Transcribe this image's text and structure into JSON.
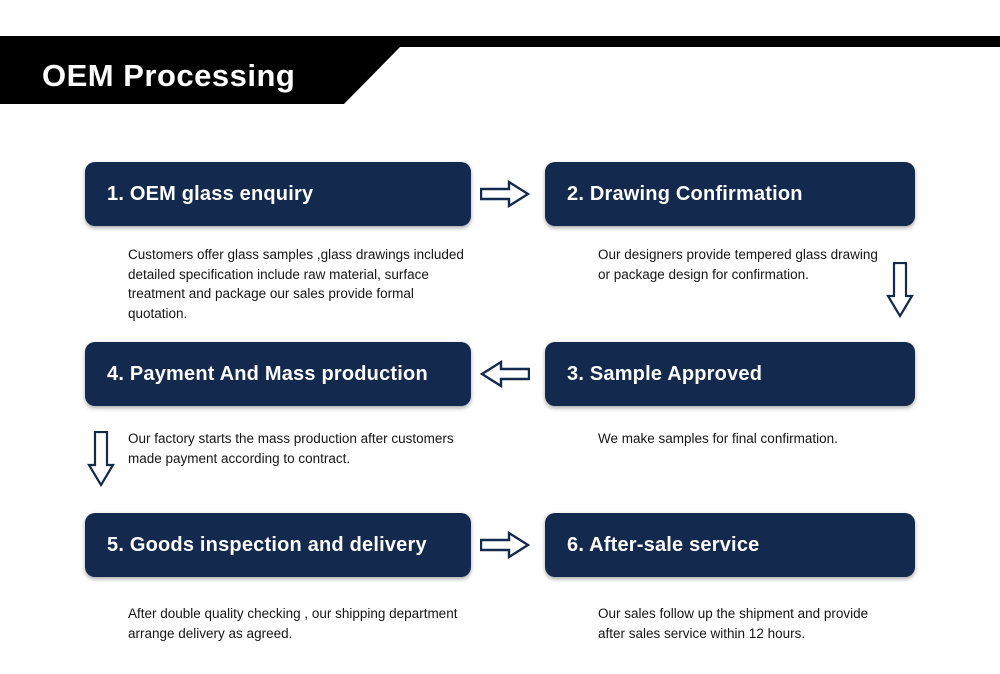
{
  "banner": {
    "title": "OEM Processing"
  },
  "steps": [
    {
      "title": "1. OEM glass enquiry",
      "desc": "Customers offer glass samples ,glass drawings included detailed specification include raw material, surface treatment and package our sales provide formal quotation."
    },
    {
      "title": "2. Drawing Confirmation",
      "desc": "Our designers provide tempered glass drawing or package design for confirmation."
    },
    {
      "title": "3. Sample Approved",
      "desc": "We make samples for final confirmation."
    },
    {
      "title": "4. Payment And Mass production",
      "desc": "Our factory starts the mass production after customers made payment according to contract."
    },
    {
      "title": "5. Goods inspection and delivery",
      "desc": "After double quality checking , our shipping department arrange delivery as agreed."
    },
    {
      "title": "6. After-sale service",
      "desc": "Our sales follow up the shipment and provide after sales service within 12 hours."
    }
  ],
  "flow": [
    "step-1 -> step-2 (right arrow)",
    "step-2 -> step-3 (down arrow)",
    "step-3 -> step-4 (left arrow)",
    "step-4 -> step-5 (down arrow)",
    "step-5 -> step-6 (right arrow)"
  ],
  "colors": {
    "box": "#14294e",
    "banner": "#000000",
    "arrow_outline": "#14294e",
    "background": "#ffffff"
  }
}
